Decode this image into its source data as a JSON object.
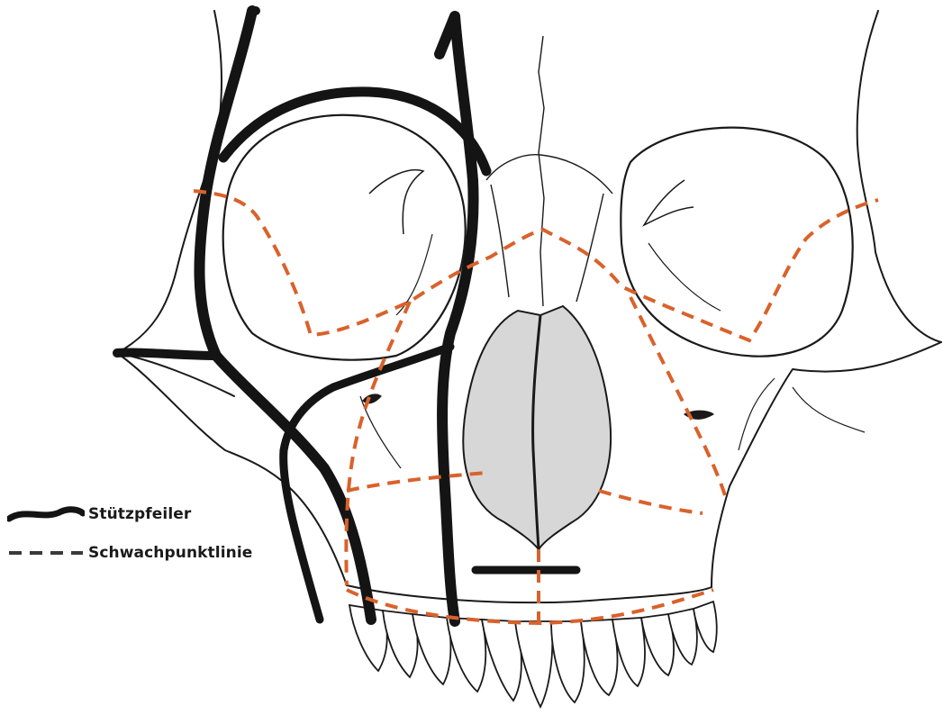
{
  "figure": {
    "subject": "Frontal view of the human skull showing facial buttresses and lines of weakness",
    "colors": {
      "line_art": "#1a1a1a",
      "buttress": "#141414",
      "weakness_line": "#d9622b",
      "bone_fill": "#ffffff",
      "shade": "#cfcfcf"
    }
  },
  "legend": {
    "items": [
      {
        "symbol": "solid-black-stroke",
        "label": "Stützpfeiler"
      },
      {
        "symbol": "dashed-line",
        "label": "Schwachpunktlinie"
      }
    ]
  }
}
